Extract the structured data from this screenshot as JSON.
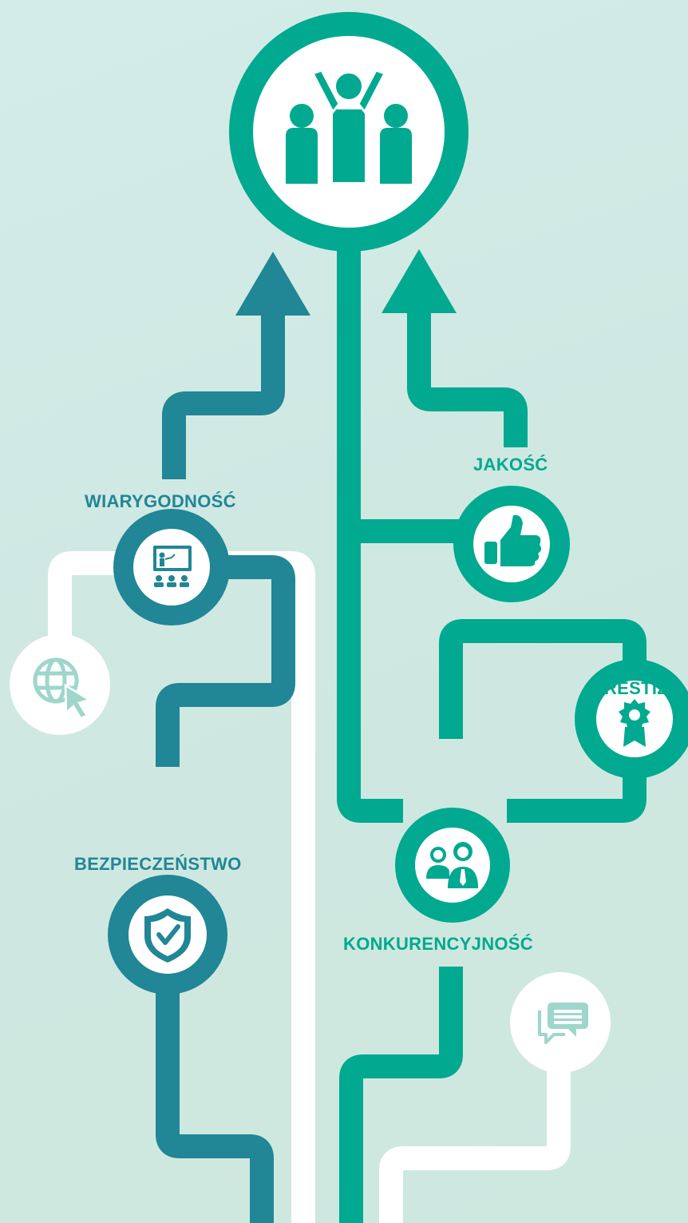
{
  "labels": {
    "jakosc": "JAKOŚĆ",
    "wiarygodnosc": "WIARYGODNOŚĆ",
    "prestiz": "PRESTIŻ",
    "bezpieczenstwo": "BEZPIECZEŃSTWO",
    "konkurencyjnosc": "KONKURENCYJNOŚĆ"
  },
  "colors": {
    "teal": "#00a98f",
    "blue": "#218695",
    "white": "#ffffff",
    "light_icon": "#9fd6cc"
  },
  "icons": {
    "hub": "team-celebration-icon",
    "jakosc": "thumbs-up-icon",
    "wiarygodnosc": "presentation-icon",
    "prestiz": "award-ribbon-icon",
    "bezpieczenstwo": "shield-check-icon",
    "konkurencyjnosc": "business-people-icon",
    "web": "globe-cursor-icon",
    "chat": "chat-bubbles-icon"
  }
}
